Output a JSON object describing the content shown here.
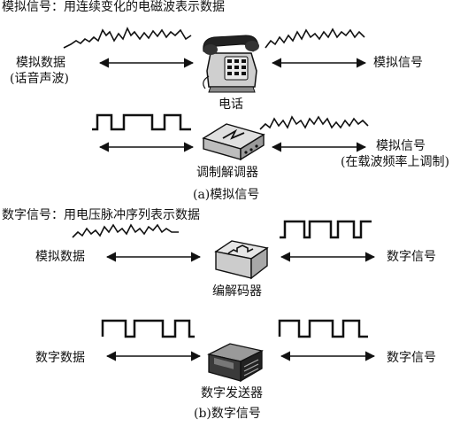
{
  "section_a": {
    "heading": "模拟信号：用连续变化的电磁波表示数据",
    "caption": "(a)模拟信号",
    "row1": {
      "left_label_line1": "模拟数据",
      "left_label_line2": "(话音声波)",
      "device_label": "电话",
      "right_label": "模拟信号",
      "device_icon": "telephone-icon"
    },
    "row2": {
      "device_label": "调制解调器",
      "right_label_line1": "模拟信号",
      "right_label_line2": "(在载波频率上调制)",
      "device_icon": "modem-icon"
    }
  },
  "section_b": {
    "heading": "数字信号：用电压脉冲序列表示数据",
    "caption": "(b)数字信号",
    "row1": {
      "left_label": "模拟数据",
      "device_label": "编解码器",
      "right_label": "数字信号",
      "device_icon": "codec-icon"
    },
    "row2": {
      "left_label": "数字数据",
      "device_label": "数字发送器",
      "right_label": "数字信号",
      "device_icon": "digital-transmitter-icon"
    }
  },
  "colors": {
    "ink": "#111111",
    "background": "#ffffff",
    "device_gray": "#d8d8d8"
  }
}
